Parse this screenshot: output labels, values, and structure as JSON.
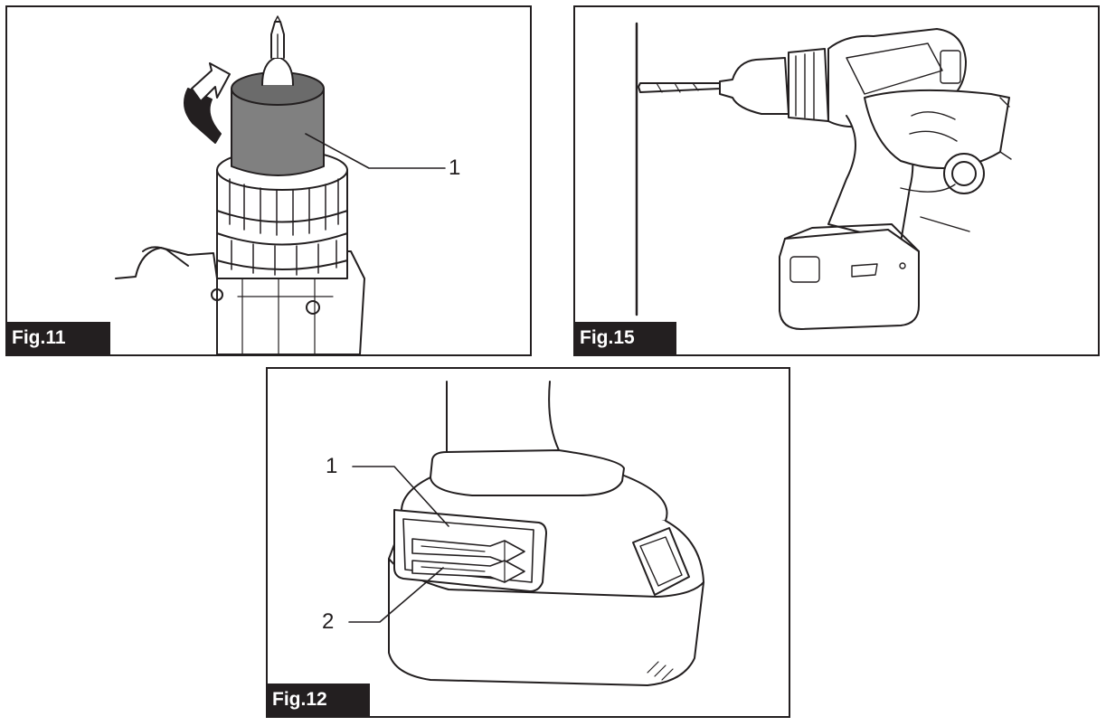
{
  "figures": {
    "fig11": {
      "label": "Fig.11",
      "callouts": [
        "1"
      ]
    },
    "fig15": {
      "label": "Fig.15"
    },
    "fig12": {
      "label": "Fig.12",
      "callouts": [
        "1",
        "2"
      ]
    }
  },
  "colors": {
    "ink": "#231f20",
    "sleeve": "#808080",
    "paper": "#ffffff"
  }
}
